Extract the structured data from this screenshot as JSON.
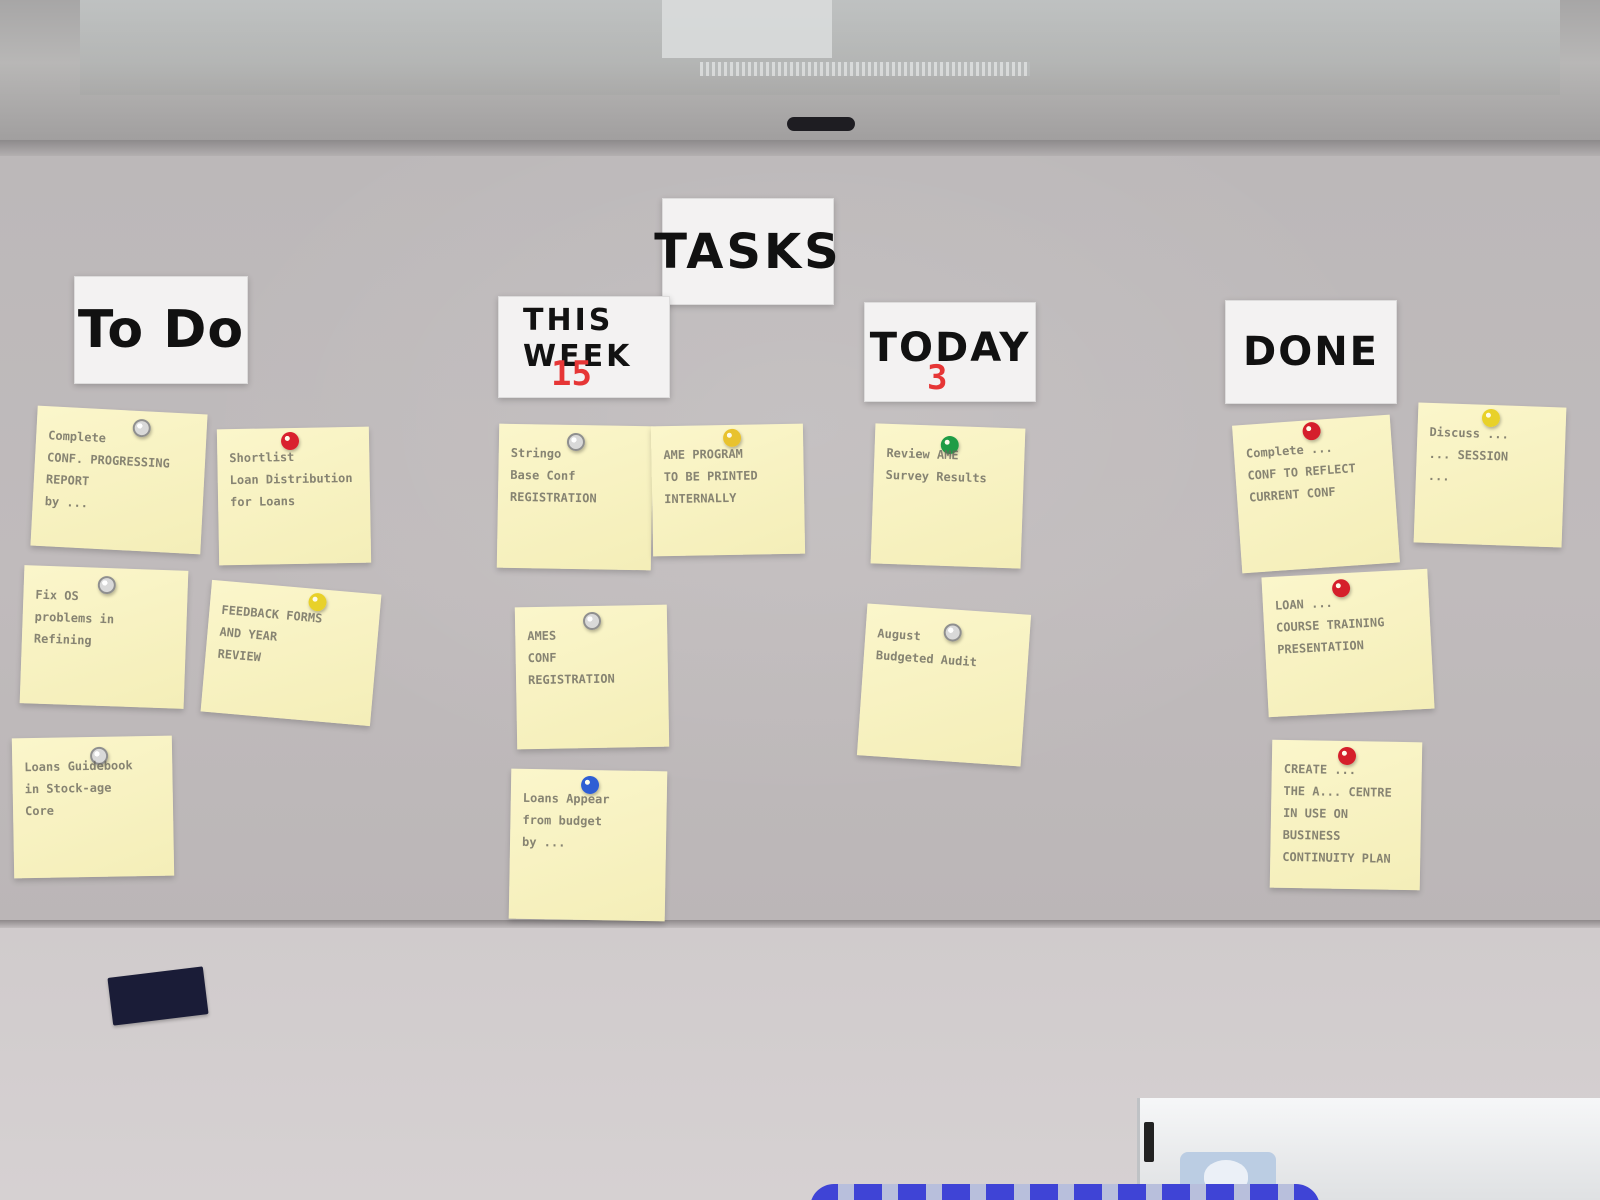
{
  "board": {
    "title": "TASKS",
    "columns": [
      {
        "label": "To Do",
        "count": "",
        "notes": [
          {
            "text": "Complete\nCONF. PROGRESSING\nREPORT\nby ...",
            "pin": "silver"
          },
          {
            "text": "Shortlist\nLoan Distribution\nfor Loans",
            "pin": "#d9212f"
          },
          {
            "text": "Fix OS\nproblems in\nRefining",
            "pin": "silver"
          },
          {
            "text": "FEEDBACK FORMS\nAND YEAR\nREVIEW",
            "pin": "#e8d129"
          },
          {
            "text": "Loans Guidebook\nin Stock-age\nCore",
            "pin": "silver"
          }
        ]
      },
      {
        "label": "THIS WEEK",
        "count": "15",
        "notes": [
          {
            "text": "Stringo\nBase Conf\nREGISTRATION",
            "pin": "silver"
          },
          {
            "text": "AME PROGRAM\nTO BE PRINTED\nINTERNALLY",
            "pin": "#e8c22e"
          },
          {
            "text": "AMES\nCONF\nREGISTRATION",
            "pin": "silver"
          },
          {
            "text": "Loans Appear\nfrom budget\nby ...",
            "pin": "#2f5fd4"
          }
        ]
      },
      {
        "label": "TODAY",
        "count": "3",
        "notes": [
          {
            "text": "Review AME\nSurvey Results",
            "pin": "#1e9c45"
          },
          {
            "text": "August\nBudgeted Audit",
            "pin": "silver"
          }
        ]
      },
      {
        "label": "DONE",
        "count": "",
        "notes": [
          {
            "text": "Complete ...\nCONF TO REFLECT\nCURRENT CONF",
            "pin": "#d51f2b"
          },
          {
            "text": "Discuss ...\n... SESSION\n...",
            "pin": "#e8d129"
          },
          {
            "text": "LOAN ...\nCOURSE TRAINING\nPRESENTATION",
            "pin": "#d51f2b"
          },
          {
            "text": "CREATE ...\nTHE A... CENTRE\nIN USE ON\nBUSINESS\nCONTINUITY PLAN",
            "pin": "#d51f2b"
          }
        ]
      }
    ]
  }
}
